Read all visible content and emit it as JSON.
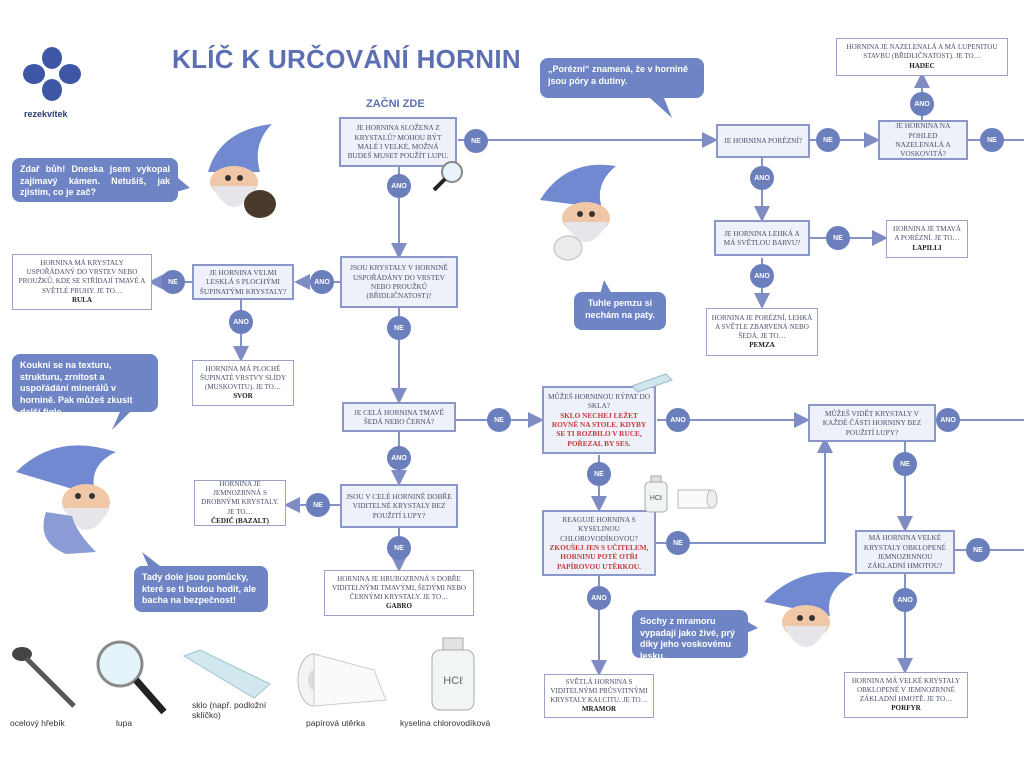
{
  "logo": {
    "name": "rezekvítek"
  },
  "title": "KLÍČ K URČOVÁNÍ HORNIN",
  "start_label": "ZAČNI ZDE",
  "answers": {
    "yes": "ANO",
    "no": "NE"
  },
  "questions": {
    "q1": "JE HORNINA SLOŽENA Z KRYSTALŮ? MOHOU BÝT MALÉ I VELKÉ, MOŽNÁ BUDEŠ MUSET POUŽÍT LUPU.",
    "q2": "JSOU KRYSTALY V HORNINĚ USPOŘÁDÁNY DO VRSTEV NEBO PROUŽKŮ (BŘIDLIČNATOST)?",
    "q3": "JE HORNINA VELMI LESKLÁ S PLOCHÝMI ŠUPINATÝMI KRYSTALY?",
    "q4": "JE CELÁ HORNINA TMAVĚ ŠEDÁ NEBO ČERNÁ?",
    "q5": "JSOU V CELÉ HORNINĚ DOBŘE VIDITELNÉ KRYSTALY BEZ POUŽITÍ LUPY?",
    "q6": "JE HORNINA PORÉZNÍ?",
    "q7": "JE HORNINA LEHKÁ A MÁ SVĚTLOU BARVU?",
    "q8": "JE HORNINA NA POHLED NAZELENALÁ A VOSKOVITÁ?",
    "q9": "MŮŽEŠ HORNINOU RÝPAT DO SKLA?",
    "q9_warn": "SKLO NECHEJ LEŽET ROVNĚ NA STOLE. KDYBY SE TI ROZBILO V RUCE, POŘEZAL BY SES.",
    "q10": "REAGUJE HORNINA S KYSELINOU CHLOROVODÍKOVOU?",
    "q10_warn": "ZKOUŠEJ JEN S UČITELEM, HORNINU POTÉ OTŘI PAPÍROVOU UTĚRKOU.",
    "q11": "MŮŽEŠ VIDĚT KRYSTALY V KAŽDÉ ČÁSTI HORNINY BEZ POUŽITÍ LUPY?",
    "q12": "MÁ HORNINA VELKÉ KRYSTALY OBKLOPENÉ JEMNOZRNNOU ZÁKLADNÍ HMOTOU?"
  },
  "results": {
    "rula": {
      "text": "HORNINA MÁ KRYSTALY USPOŘÁDANÝ DO VRSTEV NEBO PROUŽKŮ, KDE SE STŘÍDAJÍ TMAVÉ A SVĚTLÉ PRUHY. JE TO…",
      "name": "RULA"
    },
    "svor": {
      "text": "HORNINA MÁ PLOCHÉ ŠUPINATÉ VRSTVY SLÍDY (MUSKOVITU). JE TO…",
      "name": "SVOR"
    },
    "cedic": {
      "text": "HORNINA JE JEMNOZRNNÁ S DROBNÝMI KRYSTALY. JE TO…",
      "name": "ČEDIČ (BAZALT)"
    },
    "gabro": {
      "text": "HORNINA JE HRUBOZRNNÁ S DOBŘE VIDITELNÝMI TMAVÝMI, ŠEDÝMI NEBO ČERNÝMI KRYSTALY. JE TO…",
      "name": "GABRO"
    },
    "pemza": {
      "text": "HORNINA JE PORÉZNÍ, LEHKÁ A SVĚTLE ZBARVENÁ NEBO ŠEDÁ. JE TO…",
      "name": "PEMZA"
    },
    "lapilli": {
      "text": "HORNINA JE TMAVÁ A PORÉZNÍ. JE TO…",
      "name": "LAPILLI"
    },
    "hadec": {
      "text": "HORNINA JE NAZELENALÁ A MÁ LUPENITOU STAVBU (BŘIDLIČNATOST). JE TO…",
      "name": "HADEC"
    },
    "mramor": {
      "text": "SVĚTLÁ HORNINA S VIDITELNÝMI PRŮSVITNÝMI KRYSTALY KALCITU. JE TO…",
      "name": "MRAMOR"
    },
    "porfyr": {
      "text": "HORNINA MÁ VELKÉ KRYSTALY OBKLOPENÉ V JEMNOZRNNÉ ZÁKLADNÍ HMOTĚ. JE TO…",
      "name": "PORFYR"
    }
  },
  "bubbles": {
    "b1": "Zdař bůh! Dneska jsem vykopal zajímavý kámen. Netušíš, jak zjistím, co je zač?",
    "b2": "Koukni se na texturu, strukturu, zrnitost a uspořádání minerálů v hornině. Pak můžeš zkusit další figle.",
    "b3": "Tady dole jsou pomůcky, které se ti budou hodit, ale bacha na bezpečnost!",
    "b4": "„Porézní“ znamená, že v hornině jsou póry a dutiny.",
    "b5": "Tuhle pemzu si nechám na paty.",
    "b6": "Sochy z mramoru vypadají jako živé, prý díky jeho voskovému lesku."
  },
  "tools": [
    {
      "label": "ocelový hřebík",
      "icon": "nail-icon"
    },
    {
      "label": "lupa",
      "icon": "magnifier-icon"
    },
    {
      "label": "sklo (např. podložní sklíčko)",
      "icon": "glass-slide-icon"
    },
    {
      "label": "papírová utěrka",
      "icon": "paper-towel-icon"
    },
    {
      "label": "kyselina chlorovodíková",
      "icon": "acid-bottle-icon"
    }
  ],
  "bottle_label": "HCℓ",
  "colors": {
    "accent": "#6b7fbd",
    "title": "#5c6fb3",
    "box_border": "#8b97c9",
    "warning": "#c23b3b"
  }
}
